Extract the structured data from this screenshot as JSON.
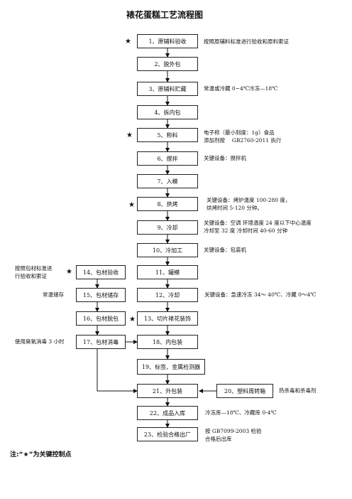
{
  "title": "裱花蛋糕工艺流程图",
  "star_symbol": "★",
  "steps": {
    "s1": "1、原辅料验收",
    "s2": "2、脱外包",
    "s3": "3、原辅料贮藏",
    "s4": "4、拆内包",
    "s5": "5、称料",
    "s6": "6、搅拌",
    "s7": "7、入模",
    "s8": "8、烘烤",
    "s9": "9、冷却",
    "s10": "10、冷加工",
    "s11": "11、罐模",
    "s12": "12、冷却",
    "s13": "13、切片裱花装饰",
    "s14": "14、包材验收",
    "s15": "15、包材储存",
    "s16": "16、包材脱包",
    "s17": "17、包材消毒",
    "s18": "18、内包装",
    "s19": "19、标签、金属检测器",
    "s20": "20、塑料周转箱",
    "s21": "21、外包装",
    "s22": "22、成品入库",
    "s23": "23、检验合格出厂"
  },
  "notes": {
    "n1": "按照原辅料标准进行验收和原料索证",
    "n3": "常温或冷藏 0~4℃冷冻—18℃",
    "n5a": "电子称（最小刻度：1g）食品",
    "n5b": "添加剂按　 GB2760-2011 执行",
    "n6": "关键设备：搅拌机",
    "n8a": "关键设备：烤炉温度 100-280 度，",
    "n8b": "烘烤时间 5-120 分钟。",
    "n9a": "关键设备：空调  环境温度 24 度以下中心温度",
    "n9b": "冷却至 32 度  冷却时间 40-60 分钟",
    "n10": "关键设备：包装机",
    "n12": "关键设备：急速冷冻 34～ 40℃、冷藏 0～4℃",
    "n14a": "按照包材标准进",
    "n14b": "行验收和索证",
    "n15": "常温储存",
    "n17": "使用臭氧消毒 3 小时",
    "n20": "热杀毒和杀毒剂",
    "n22": "冷冻库—18℃、冷藏库 0-4℃",
    "n23a": "按 GB7099-2003 检验",
    "n23b": "合格后出库"
  },
  "footer": "注:“★”为关键控制点"
}
